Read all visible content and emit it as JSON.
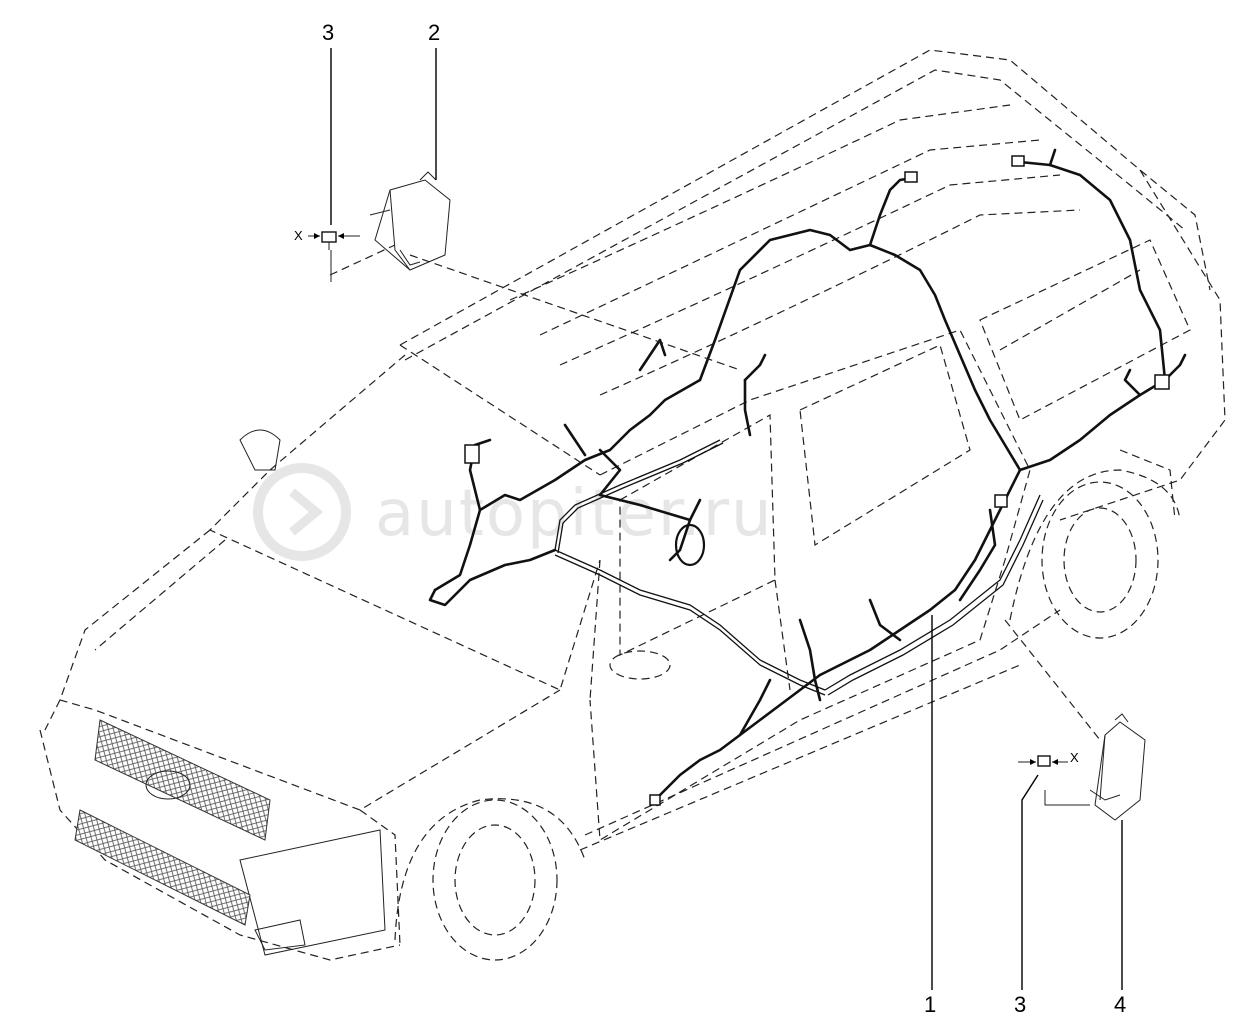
{
  "watermark": {
    "text": "autopiter.ru"
  },
  "callouts": {
    "c1": "1",
    "c2": "2",
    "c3_top": "3",
    "c3_bottom": "3",
    "c4": "4"
  },
  "axis_marks": {
    "x_top": "X",
    "x_bottom": "X"
  }
}
